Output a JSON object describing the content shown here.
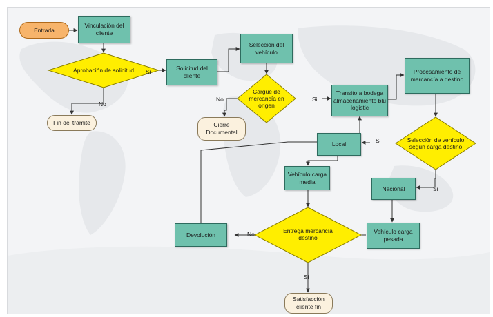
{
  "start": {
    "label": "Entrada"
  },
  "processes": {
    "vinculacion": "Vinculación del cliente",
    "solicitud": "Solicitud del cliente",
    "seleccion_vehiculo": "Selección del vehículo",
    "transito": "Transito a bodega almacenamiento blu logistic",
    "procesamiento": "Procesamiento de mercancía  a destino",
    "local": "Local",
    "vehiculo_media": "Vehículo carga media",
    "nacional": "Nacional",
    "vehiculo_pesada": "Vehículo carga pesada",
    "devolucion": "Devolución"
  },
  "decisions": {
    "aprobacion": "Aprobación de solicitud",
    "cargue": "Cargue de mercancía en origen",
    "seleccion_carga": "Selección de vehículo según carga destino",
    "entrega": "Entrega mercancía destino"
  },
  "terminals": {
    "fin_tramite": "Fin del trámite",
    "cierre": "Cierre Documental",
    "satisfaccion": "Satisfacción cliente fin"
  },
  "edge_labels": {
    "aprob_si": "Si",
    "aprob_no": "No",
    "cargue_si": "Si",
    "cargue_no": "No",
    "seleccion_si_local": "Si",
    "seleccion_si_nacional": "Si",
    "entrega_no": "No",
    "entrega_si": "Si"
  },
  "colors": {
    "process": "#6fc1ad",
    "decision": "#ffee00",
    "terminal": "#fbf1de",
    "start": "#f7b46b",
    "connector": "#333333"
  }
}
